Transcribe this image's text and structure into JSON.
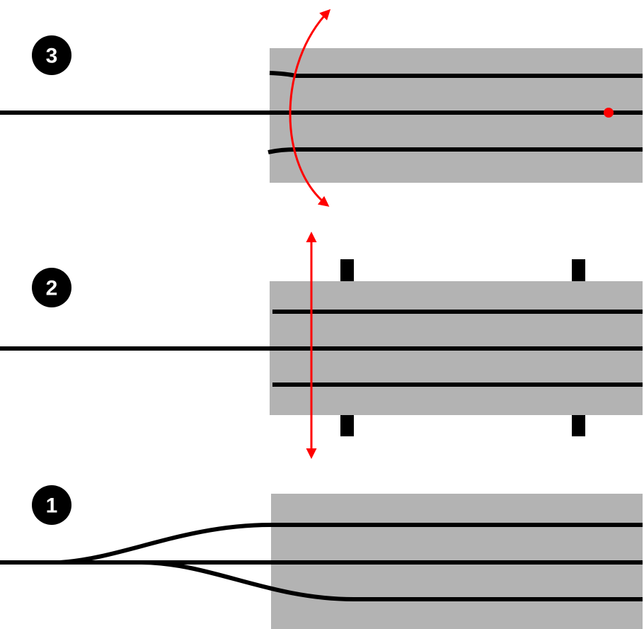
{
  "colors": {
    "background": "#ffffff",
    "platform": "#b3b3b3",
    "track": "#000000",
    "motion": "#ff0000",
    "badge": "#000000",
    "badge_text": "#ffffff"
  },
  "panels": [
    {
      "step": "3",
      "motion": "rotation",
      "pivot_marker": true
    },
    {
      "step": "2",
      "motion": "vertical-shift",
      "guide_posts": 4
    },
    {
      "step": "1",
      "motion": "none",
      "approach": "switch-fan"
    }
  ]
}
